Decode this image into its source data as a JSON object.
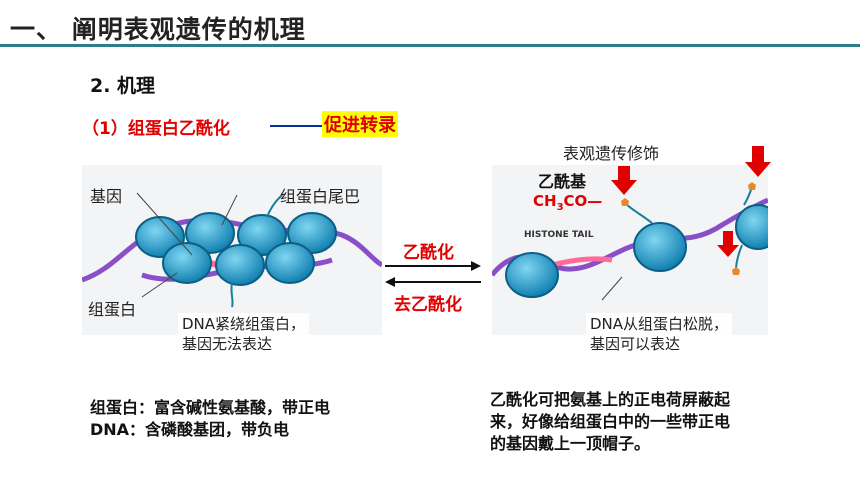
{
  "title": "一、  阐明表观遗传的机理",
  "subtitle": "2. 机理",
  "mechanism": {
    "heading": "（1）组蛋白乙酰化",
    "highlight": "促进转录"
  },
  "left_panel": {
    "label_gene": "基因",
    "label_tail": "组蛋白尾巴",
    "label_histone": "组蛋白",
    "caption_line1": "DNA紧绕组蛋白，",
    "caption_line2": "基因无法表达"
  },
  "arrows": {
    "forward": "乙酰化",
    "reverse": "去乙酰化"
  },
  "right_panel": {
    "header": "表观遗传修饰",
    "acetyl_label": "乙酰基",
    "acetyl_formula_pre": "CH",
    "acetyl_formula_sub": "3",
    "acetyl_formula_post": "CO—",
    "histone_tail_label": "HISTONE TAIL",
    "caption_line1": "DNA从组蛋白松脱，",
    "caption_line2": "基因可以表达"
  },
  "notes_left": {
    "line1": "组蛋白：富含碱性氨基酸，带正电",
    "line2": "DNA：含磷酸基团，带负电"
  },
  "notes_right": {
    "line1": "乙酰化可把氨基上的正电荷屏蔽起",
    "line2": "来，好像给组蛋白中的一些带正电",
    "line3": "的基因戴上一顶帽子。"
  },
  "colors": {
    "accent_line": "#2e7d8a",
    "red": "#e00000",
    "highlight": "#ffff00",
    "nucleosome": "#2aa8d6",
    "dna": "#8a4fc8"
  }
}
